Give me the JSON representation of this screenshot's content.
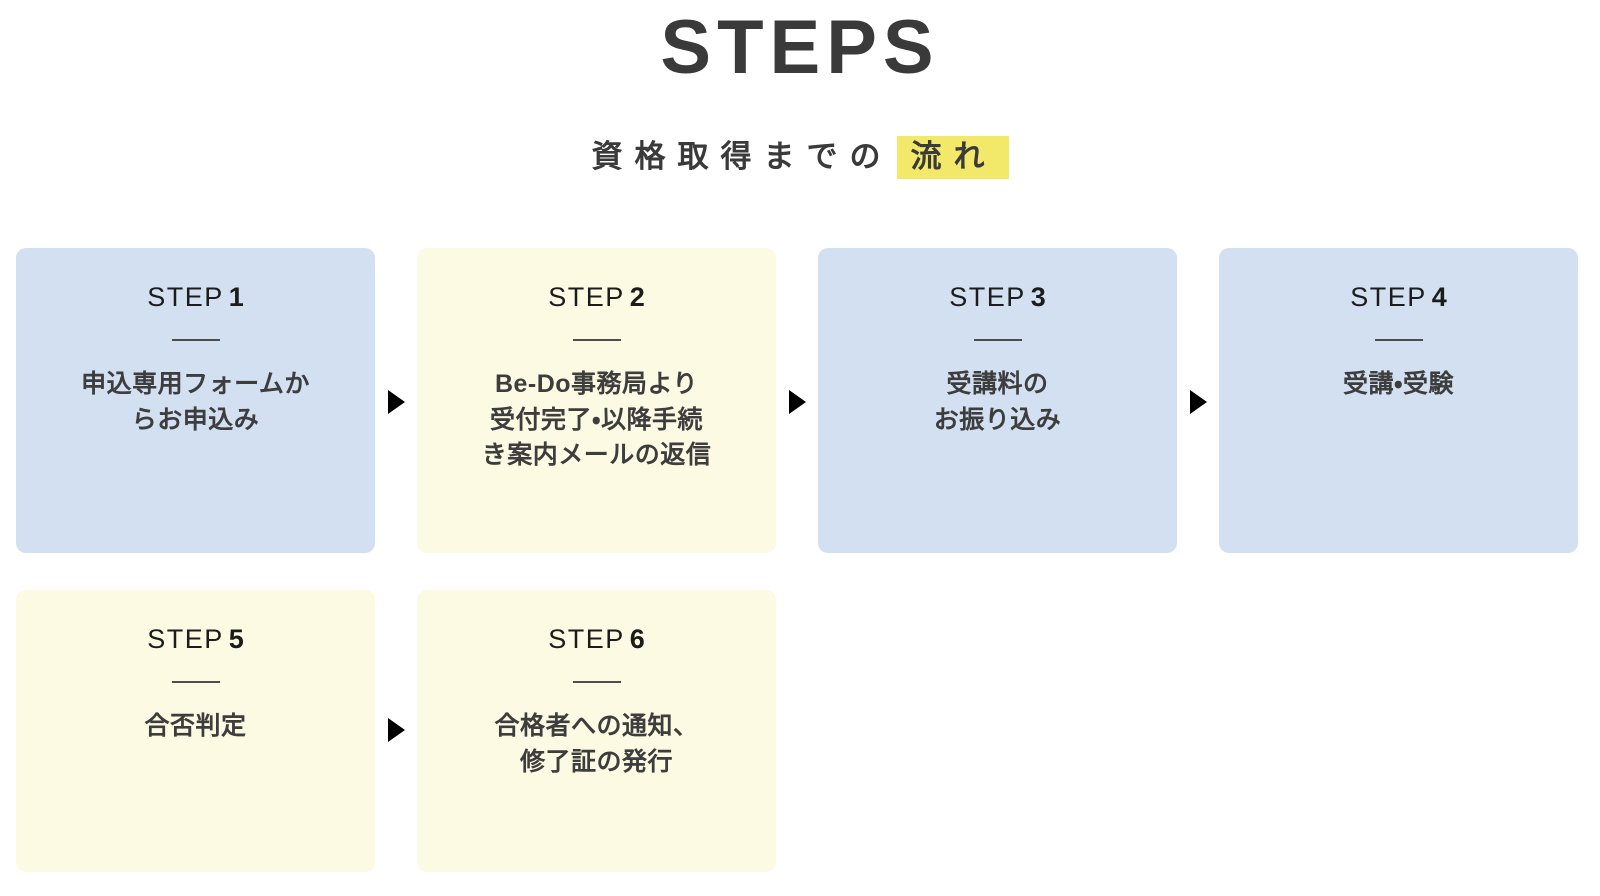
{
  "header": {
    "title": "STEPS",
    "subtitle_plain": "資格取得までの",
    "subtitle_highlight": "流れ",
    "highlight_color": "#f2e869",
    "title_color": "#3a3a3a"
  },
  "legend": {
    "blue_card_color": "#d3e0f2",
    "cream_card_color": "#fcfae2",
    "arrow_color": "#000000",
    "divider_color": "#4d4d4d"
  },
  "steps": [
    {
      "label": "STEP",
      "number": "1",
      "text": "申込専用フォームか\nらお申込み",
      "theme": "blue",
      "arrow_after": true
    },
    {
      "label": "STEP",
      "number": "2",
      "text": "Be-Do事務局より\n受付完了・以降手続\nき案内メールの返信",
      "theme": "cream",
      "arrow_after": true
    },
    {
      "label": "STEP",
      "number": "3",
      "text": "受講料の\nお振り込み",
      "theme": "blue",
      "arrow_after": true
    },
    {
      "label": "STEP",
      "number": "4",
      "text": "受講・受験",
      "theme": "blue",
      "arrow_after": false
    },
    {
      "label": "STEP",
      "number": "5",
      "text": "合否判定",
      "theme": "cream",
      "arrow_after": true
    },
    {
      "label": "STEP",
      "number": "6",
      "text": "合格者への通知、\n修了証の発行",
      "theme": "cream",
      "arrow_after": false
    }
  ]
}
